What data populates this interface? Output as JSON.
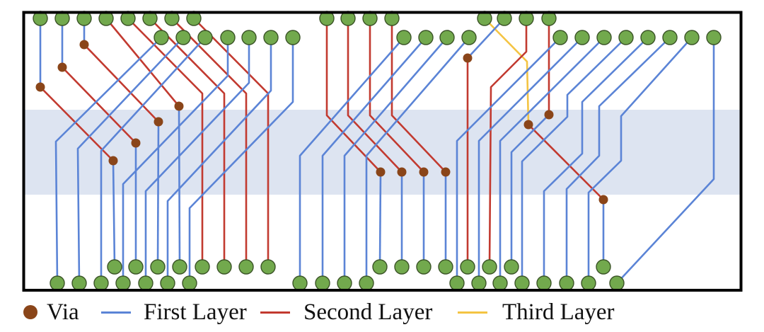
{
  "figure": {
    "description": "Three-layer escape routing between top and bottom pad rows",
    "colors": {
      "pad_fill": "#72a94d",
      "pad_stroke": "#3b5427",
      "via": "#8a4519",
      "first_layer": "#5b84d6",
      "second_layer": "#c23a30",
      "third_layer": "#f4c443",
      "band": "#dde4f1",
      "frame": "#000000"
    }
  },
  "legend": {
    "items": [
      {
        "key": "via",
        "label": "Via",
        "symbol": "dot"
      },
      {
        "key": "first_layer",
        "label": "First Layer",
        "symbol": "line"
      },
      {
        "key": "second_layer",
        "label": "Second Layer",
        "symbol": "line"
      },
      {
        "key": "third_layer",
        "label": "Third Layer",
        "symbol": "line"
      }
    ]
  },
  "pads": {
    "top_row_1": [
      57,
      88,
      119,
      150,
      181,
      212,
      243,
      274,
      462,
      492,
      523,
      554,
      685,
      713,
      744,
      776
    ],
    "top_row_2": [
      228,
      259,
      290,
      322,
      352,
      383,
      414,
      571,
      602,
      632,
      663,
      792,
      823,
      854,
      885,
      916,
      947,
      978,
      1009
    ],
    "bottom_row_upper": [
      162,
      192,
      223,
      254,
      286,
      317,
      348,
      379,
      537,
      568,
      599,
      630,
      661,
      692,
      723,
      853
    ],
    "bottom_row_lower": [
      81,
      112,
      143,
      174,
      206,
      237,
      268,
      424,
      456,
      487,
      518,
      646,
      677,
      707,
      738,
      769,
      801,
      832,
      872
    ]
  },
  "vias": [
    [
      57,
      123
    ],
    [
      88,
      95
    ],
    [
      119,
      63
    ],
    [
      160,
      227
    ],
    [
      192,
      202
    ],
    [
      224,
      172
    ],
    [
      253,
      150
    ],
    [
      538,
      243
    ],
    [
      568,
      243
    ],
    [
      599,
      243
    ],
    [
      630,
      243
    ],
    [
      661,
      82
    ],
    [
      776,
      162
    ],
    [
      747,
      176
    ],
    [
      853,
      282
    ]
  ],
  "traces": [
    {
      "layer": "first_layer",
      "pts": [
        [
          57,
          26
        ],
        [
          57,
          123
        ]
      ]
    },
    {
      "layer": "second_layer",
      "pts": [
        [
          57,
          123
        ],
        [
          160,
          227
        ]
      ]
    },
    {
      "layer": "first_layer",
      "pts": [
        [
          160,
          227
        ],
        [
          162,
          377
        ]
      ]
    },
    {
      "layer": "first_layer",
      "pts": [
        [
          88,
          26
        ],
        [
          88,
          95
        ]
      ]
    },
    {
      "layer": "second_layer",
      "pts": [
        [
          88,
          95
        ],
        [
          192,
          202
        ]
      ]
    },
    {
      "layer": "first_layer",
      "pts": [
        [
          192,
          202
        ],
        [
          192,
          377
        ]
      ]
    },
    {
      "layer": "first_layer",
      "pts": [
        [
          119,
          26
        ],
        [
          119,
          63
        ]
      ]
    },
    {
      "layer": "second_layer",
      "pts": [
        [
          119,
          63
        ],
        [
          224,
          172
        ]
      ]
    },
    {
      "layer": "first_layer",
      "pts": [
        [
          224,
          172
        ],
        [
          223,
          377
        ]
      ]
    },
    {
      "layer": "second_layer",
      "pts": [
        [
          150,
          26
        ],
        [
          253,
          150
        ]
      ]
    },
    {
      "layer": "first_layer",
      "pts": [
        [
          253,
          150
        ],
        [
          254,
          377
        ]
      ]
    },
    {
      "layer": "second_layer",
      "pts": [
        [
          181,
          26
        ],
        [
          286,
          132
        ],
        [
          286,
          377
        ]
      ]
    },
    {
      "layer": "second_layer",
      "pts": [
        [
          212,
          26
        ],
        [
          317,
          132
        ],
        [
          317,
          377
        ]
      ]
    },
    {
      "layer": "second_layer",
      "pts": [
        [
          243,
          26
        ],
        [
          348,
          132
        ],
        [
          348,
          377
        ]
      ]
    },
    {
      "layer": "second_layer",
      "pts": [
        [
          274,
          26
        ],
        [
          379,
          132
        ],
        [
          379,
          377
        ]
      ]
    },
    {
      "layer": "first_layer",
      "pts": [
        [
          228,
          53
        ],
        [
          79,
          200
        ],
        [
          81,
          400
        ]
      ]
    },
    {
      "layer": "first_layer",
      "pts": [
        [
          259,
          53
        ],
        [
          110,
          210
        ],
        [
          112,
          400
        ]
      ]
    },
    {
      "layer": "first_layer",
      "pts": [
        [
          290,
          53
        ],
        [
          143,
          213
        ],
        [
          143,
          400
        ]
      ]
    },
    {
      "layer": "first_layer",
      "pts": [
        [
          322,
          53
        ],
        [
          322,
          107
        ],
        [
          174,
          260
        ],
        [
          174,
          400
        ]
      ]
    },
    {
      "layer": "first_layer",
      "pts": [
        [
          352,
          53
        ],
        [
          352,
          117
        ],
        [
          206,
          270
        ],
        [
          206,
          400
        ]
      ]
    },
    {
      "layer": "first_layer",
      "pts": [
        [
          383,
          53
        ],
        [
          383,
          128
        ],
        [
          237,
          284
        ],
        [
          237,
          400
        ]
      ]
    },
    {
      "layer": "first_layer",
      "pts": [
        [
          414,
          53
        ],
        [
          414,
          144
        ],
        [
          268,
          294
        ],
        [
          268,
          400
        ]
      ]
    },
    {
      "layer": "second_layer",
      "pts": [
        [
          462,
          26
        ],
        [
          462,
          163
        ],
        [
          538,
          243
        ]
      ]
    },
    {
      "layer": "first_layer",
      "pts": [
        [
          538,
          243
        ],
        [
          537,
          377
        ]
      ]
    },
    {
      "layer": "second_layer",
      "pts": [
        [
          492,
          26
        ],
        [
          492,
          163
        ],
        [
          568,
          243
        ]
      ]
    },
    {
      "layer": "first_layer",
      "pts": [
        [
          568,
          243
        ],
        [
          568,
          377
        ]
      ]
    },
    {
      "layer": "second_layer",
      "pts": [
        [
          523,
          26
        ],
        [
          523,
          163
        ],
        [
          599,
          243
        ]
      ]
    },
    {
      "layer": "first_layer",
      "pts": [
        [
          599,
          243
        ],
        [
          599,
          377
        ]
      ]
    },
    {
      "layer": "second_layer",
      "pts": [
        [
          554,
          26
        ],
        [
          554,
          163
        ],
        [
          630,
          243
        ]
      ]
    },
    {
      "layer": "first_layer",
      "pts": [
        [
          630,
          243
        ],
        [
          630,
          377
        ]
      ]
    },
    {
      "layer": "first_layer",
      "pts": [
        [
          571,
          53
        ],
        [
          424,
          220
        ],
        [
          424,
          400
        ]
      ]
    },
    {
      "layer": "first_layer",
      "pts": [
        [
          602,
          53
        ],
        [
          456,
          220
        ],
        [
          456,
          400
        ]
      ]
    },
    {
      "layer": "first_layer",
      "pts": [
        [
          632,
          53
        ],
        [
          487,
          220
        ],
        [
          487,
          400
        ]
      ]
    },
    {
      "layer": "first_layer",
      "pts": [
        [
          663,
          53
        ],
        [
          518,
          220
        ],
        [
          518,
          400
        ]
      ]
    },
    {
      "layer": "third_layer",
      "pts": [
        [
          685,
          26
        ],
        [
          745,
          87
        ],
        [
          747,
          176
        ]
      ]
    },
    {
      "layer": "second_layer",
      "pts": [
        [
          747,
          176
        ],
        [
          853,
          282
        ]
      ]
    },
    {
      "layer": "first_layer",
      "pts": [
        [
          853,
          282
        ],
        [
          853,
          377
        ]
      ]
    },
    {
      "layer": "first_layer",
      "pts": [
        [
          713,
          26
        ],
        [
          661,
          82
        ]
      ]
    },
    {
      "layer": "second_layer",
      "pts": [
        [
          661,
          82
        ],
        [
          661,
          377
        ]
      ]
    },
    {
      "layer": "second_layer",
      "pts": [
        [
          744,
          26
        ],
        [
          744,
          73
        ],
        [
          694,
          123
        ],
        [
          692,
          377
        ]
      ]
    },
    {
      "layer": "second_layer",
      "pts": [
        [
          776,
          26
        ],
        [
          776,
          162
        ]
      ]
    },
    {
      "layer": "first_layer",
      "pts": [
        [
          776,
          162
        ],
        [
          723,
          215
        ],
        [
          723,
          377
        ]
      ]
    },
    {
      "layer": "first_layer",
      "pts": [
        [
          792,
          53
        ],
        [
          646,
          199
        ],
        [
          646,
          400
        ]
      ]
    },
    {
      "layer": "first_layer",
      "pts": [
        [
          823,
          53
        ],
        [
          677,
          199
        ],
        [
          677,
          400
        ]
      ]
    },
    {
      "layer": "first_layer",
      "pts": [
        [
          854,
          53
        ],
        [
          707,
          199
        ],
        [
          707,
          400
        ]
      ]
    },
    {
      "layer": "first_layer",
      "pts": [
        [
          885,
          53
        ],
        [
          802,
          134
        ],
        [
          802,
          165
        ],
        [
          738,
          228
        ],
        [
          738,
          400
        ]
      ]
    },
    {
      "layer": "first_layer",
      "pts": [
        [
          916,
          53
        ],
        [
          823,
          144
        ],
        [
          823,
          217
        ],
        [
          769,
          270
        ],
        [
          769,
          400
        ]
      ]
    },
    {
      "layer": "first_layer",
      "pts": [
        [
          947,
          53
        ],
        [
          847,
          150
        ],
        [
          847,
          220
        ],
        [
          801,
          267
        ],
        [
          801,
          400
        ]
      ]
    },
    {
      "layer": "first_layer",
      "pts": [
        [
          978,
          53
        ],
        [
          878,
          164
        ],
        [
          878,
          227
        ],
        [
          832,
          272
        ],
        [
          832,
          400
        ]
      ]
    },
    {
      "layer": "first_layer",
      "pts": [
        [
          1009,
          53
        ],
        [
          1009,
          253
        ],
        [
          872,
          400
        ]
      ]
    }
  ]
}
